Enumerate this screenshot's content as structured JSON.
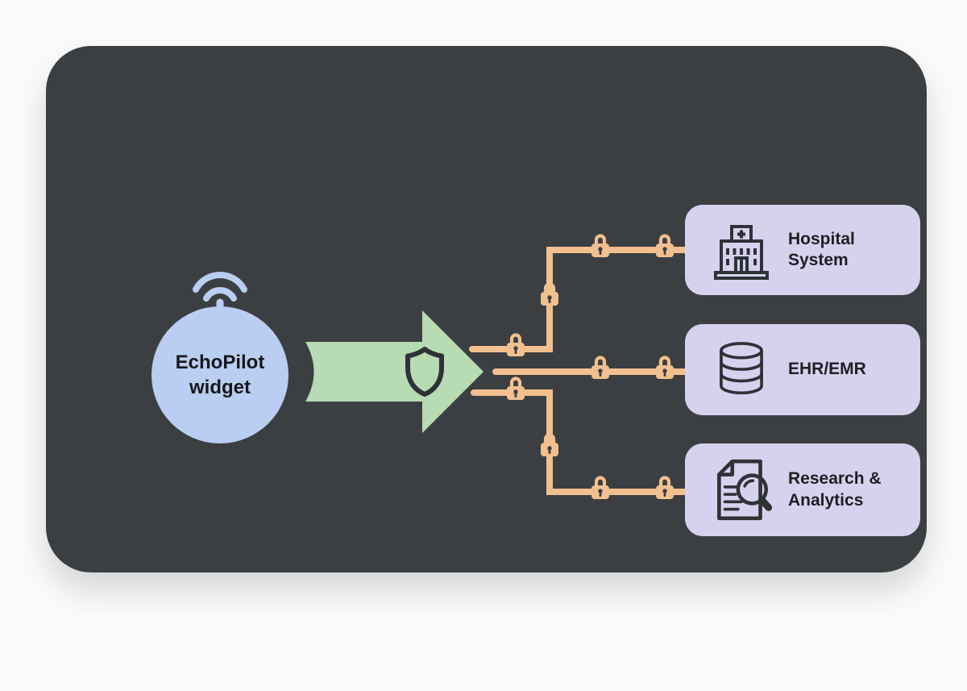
{
  "colors": {
    "page_background": "#fbfbfb",
    "canvas_background": "#3b3f42",
    "source_node_fill": "#b9cef0",
    "arrow_fill": "#b7dbb2",
    "connector_and_locks": "#f2c08f",
    "target_node_fill": "#d6d2ee",
    "dark_text": "#1e1f23"
  },
  "source": {
    "label": "EchoPilot widget",
    "icon": "wifi-icon"
  },
  "arrow": {
    "icon": "shield-icon"
  },
  "connectors": {
    "lock_icon": "lock-icon",
    "lock_count": 10,
    "branches": [
      "to Hospital System",
      "to EHR/EMR",
      "to Research & Analytics"
    ]
  },
  "targets": [
    {
      "label": "Hospital System",
      "icon": "hospital-icon"
    },
    {
      "label": "EHR/EMR",
      "icon": "database-icon"
    },
    {
      "label": "Research & Analytics",
      "icon": "document-search-icon"
    }
  ]
}
